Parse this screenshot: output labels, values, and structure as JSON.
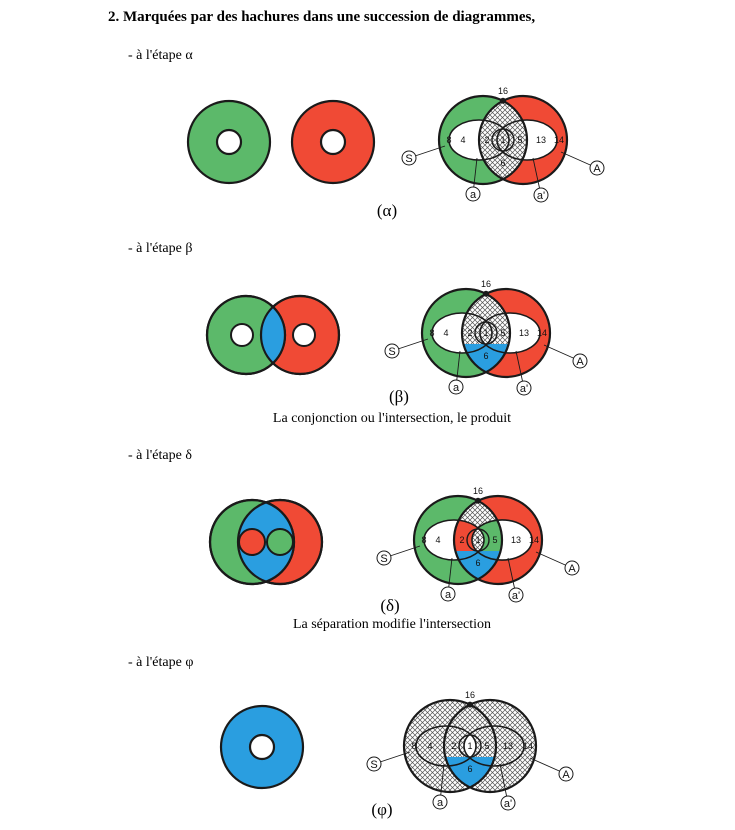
{
  "title": "2. Marquées par des hachures dans une succession de diagrammes,",
  "colors": {
    "green": "#5cb96a",
    "red": "#f04a35",
    "blue": "#2a9ee0",
    "outline": "#1a1a1a",
    "hatch": "#555555"
  },
  "stages": [
    {
      "step_label": "- à l'étape α",
      "figure_label": "(α)",
      "caption": ""
    },
    {
      "step_label": "- à l'étape β",
      "figure_label": "(β)",
      "caption": "La conjonction ou l'intersection, le produit"
    },
    {
      "step_label": "- à l'étape δ",
      "figure_label": "(δ)",
      "caption": "La séparation modifie l'intersection"
    },
    {
      "step_label": "- à l'étape φ",
      "figure_label": "(φ)",
      "caption": ""
    }
  ],
  "region_numbers": {
    "top": "16",
    "left_outer": "8",
    "left_inner": "4",
    "mid_left": "2",
    "center": "1",
    "mid_right": "5",
    "right_inner": "13",
    "right_outer": "14",
    "bottom": "6"
  },
  "callouts": {
    "S": "S",
    "A": "A",
    "a": "a",
    "a_prime": "a'"
  }
}
